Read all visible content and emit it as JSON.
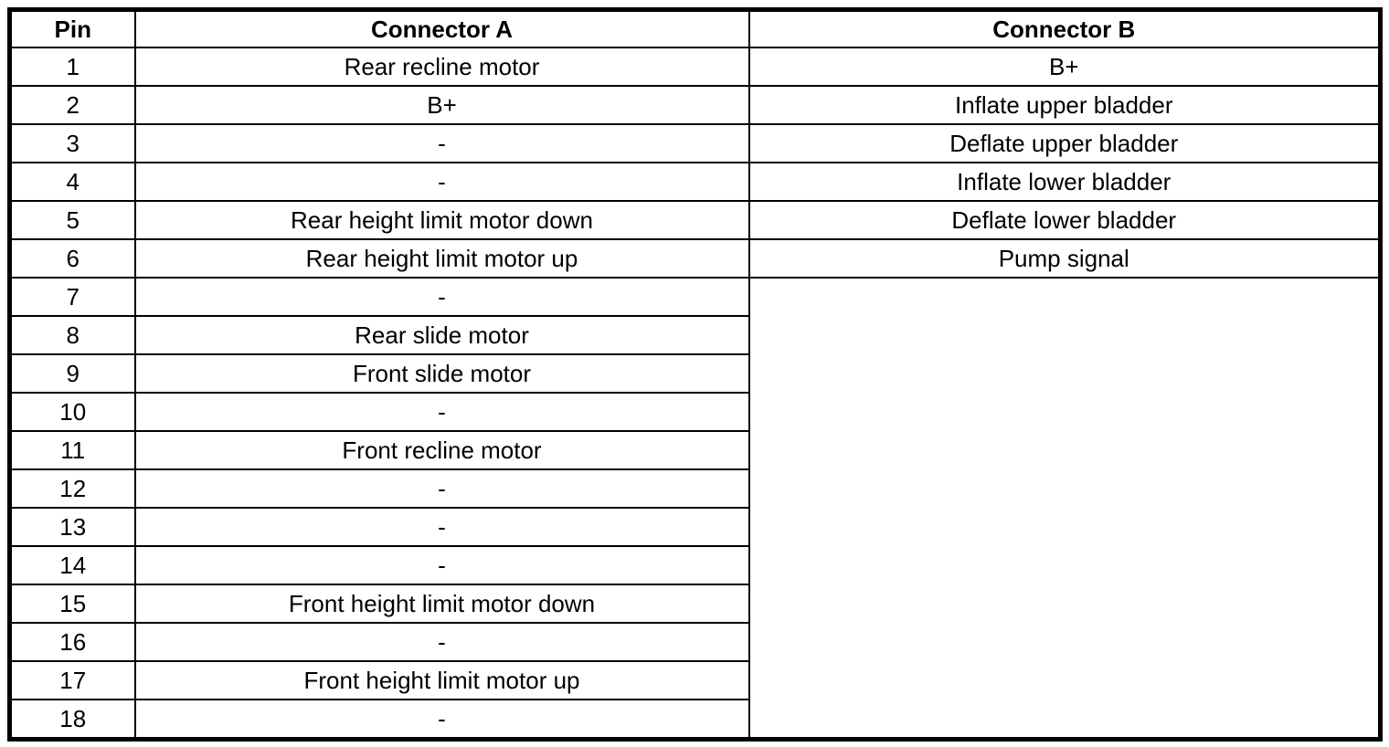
{
  "colors": {
    "background": "#ffffff",
    "border": "#000000",
    "text": "#000000"
  },
  "table": {
    "headers": {
      "pin": "Pin",
      "connector_a": "Connector A",
      "connector_b": "Connector B"
    },
    "rows": [
      {
        "pin": "1",
        "a": "Rear recline motor",
        "b": "B+"
      },
      {
        "pin": "2",
        "a": "B+",
        "b": "Inflate upper bladder"
      },
      {
        "pin": "3",
        "a": "-",
        "b": "Deflate upper bladder"
      },
      {
        "pin": "4",
        "a": "-",
        "b": "Inflate lower bladder"
      },
      {
        "pin": "5",
        "a": "Rear height limit motor down",
        "b": "Deflate lower bladder"
      },
      {
        "pin": "6",
        "a": "Rear height limit motor up",
        "b": "Pump signal"
      },
      {
        "pin": "7",
        "a": "-"
      },
      {
        "pin": "8",
        "a": "Rear slide motor"
      },
      {
        "pin": "9",
        "a": "Front slide motor"
      },
      {
        "pin": "10",
        "a": "-"
      },
      {
        "pin": "11",
        "a": "Front recline motor"
      },
      {
        "pin": "12",
        "a": "-"
      },
      {
        "pin": "13",
        "a": "-"
      },
      {
        "pin": "14",
        "a": "-"
      },
      {
        "pin": "15",
        "a": "Front height limit motor down"
      },
      {
        "pin": "16",
        "a": "-"
      },
      {
        "pin": "17",
        "a": "Front height limit motor up"
      },
      {
        "pin": "18",
        "a": "-"
      }
    ]
  }
}
